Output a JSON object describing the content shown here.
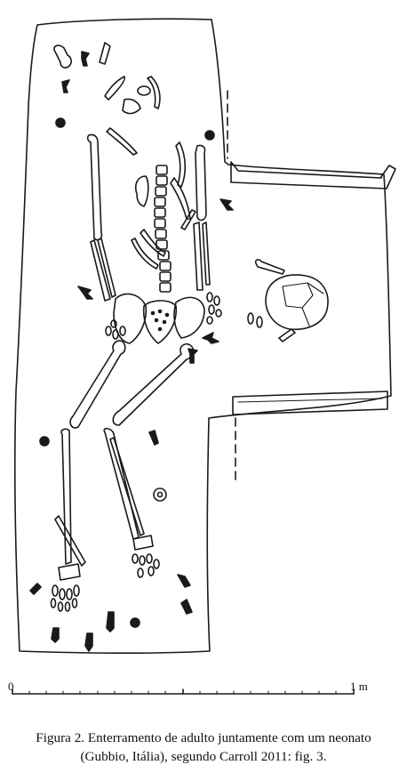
{
  "figure": {
    "scale_bar": {
      "start_label": "0",
      "end_label": "1 m"
    },
    "caption": {
      "line1": "Figura 2. Enterramento de adulto juntamente com um neonato",
      "line2": "(Gubbio, Itália), segundo Carroll 2011: fig. 3."
    }
  },
  "style": {
    "ink": "#1a1a1a",
    "paper": "#ffffff"
  }
}
